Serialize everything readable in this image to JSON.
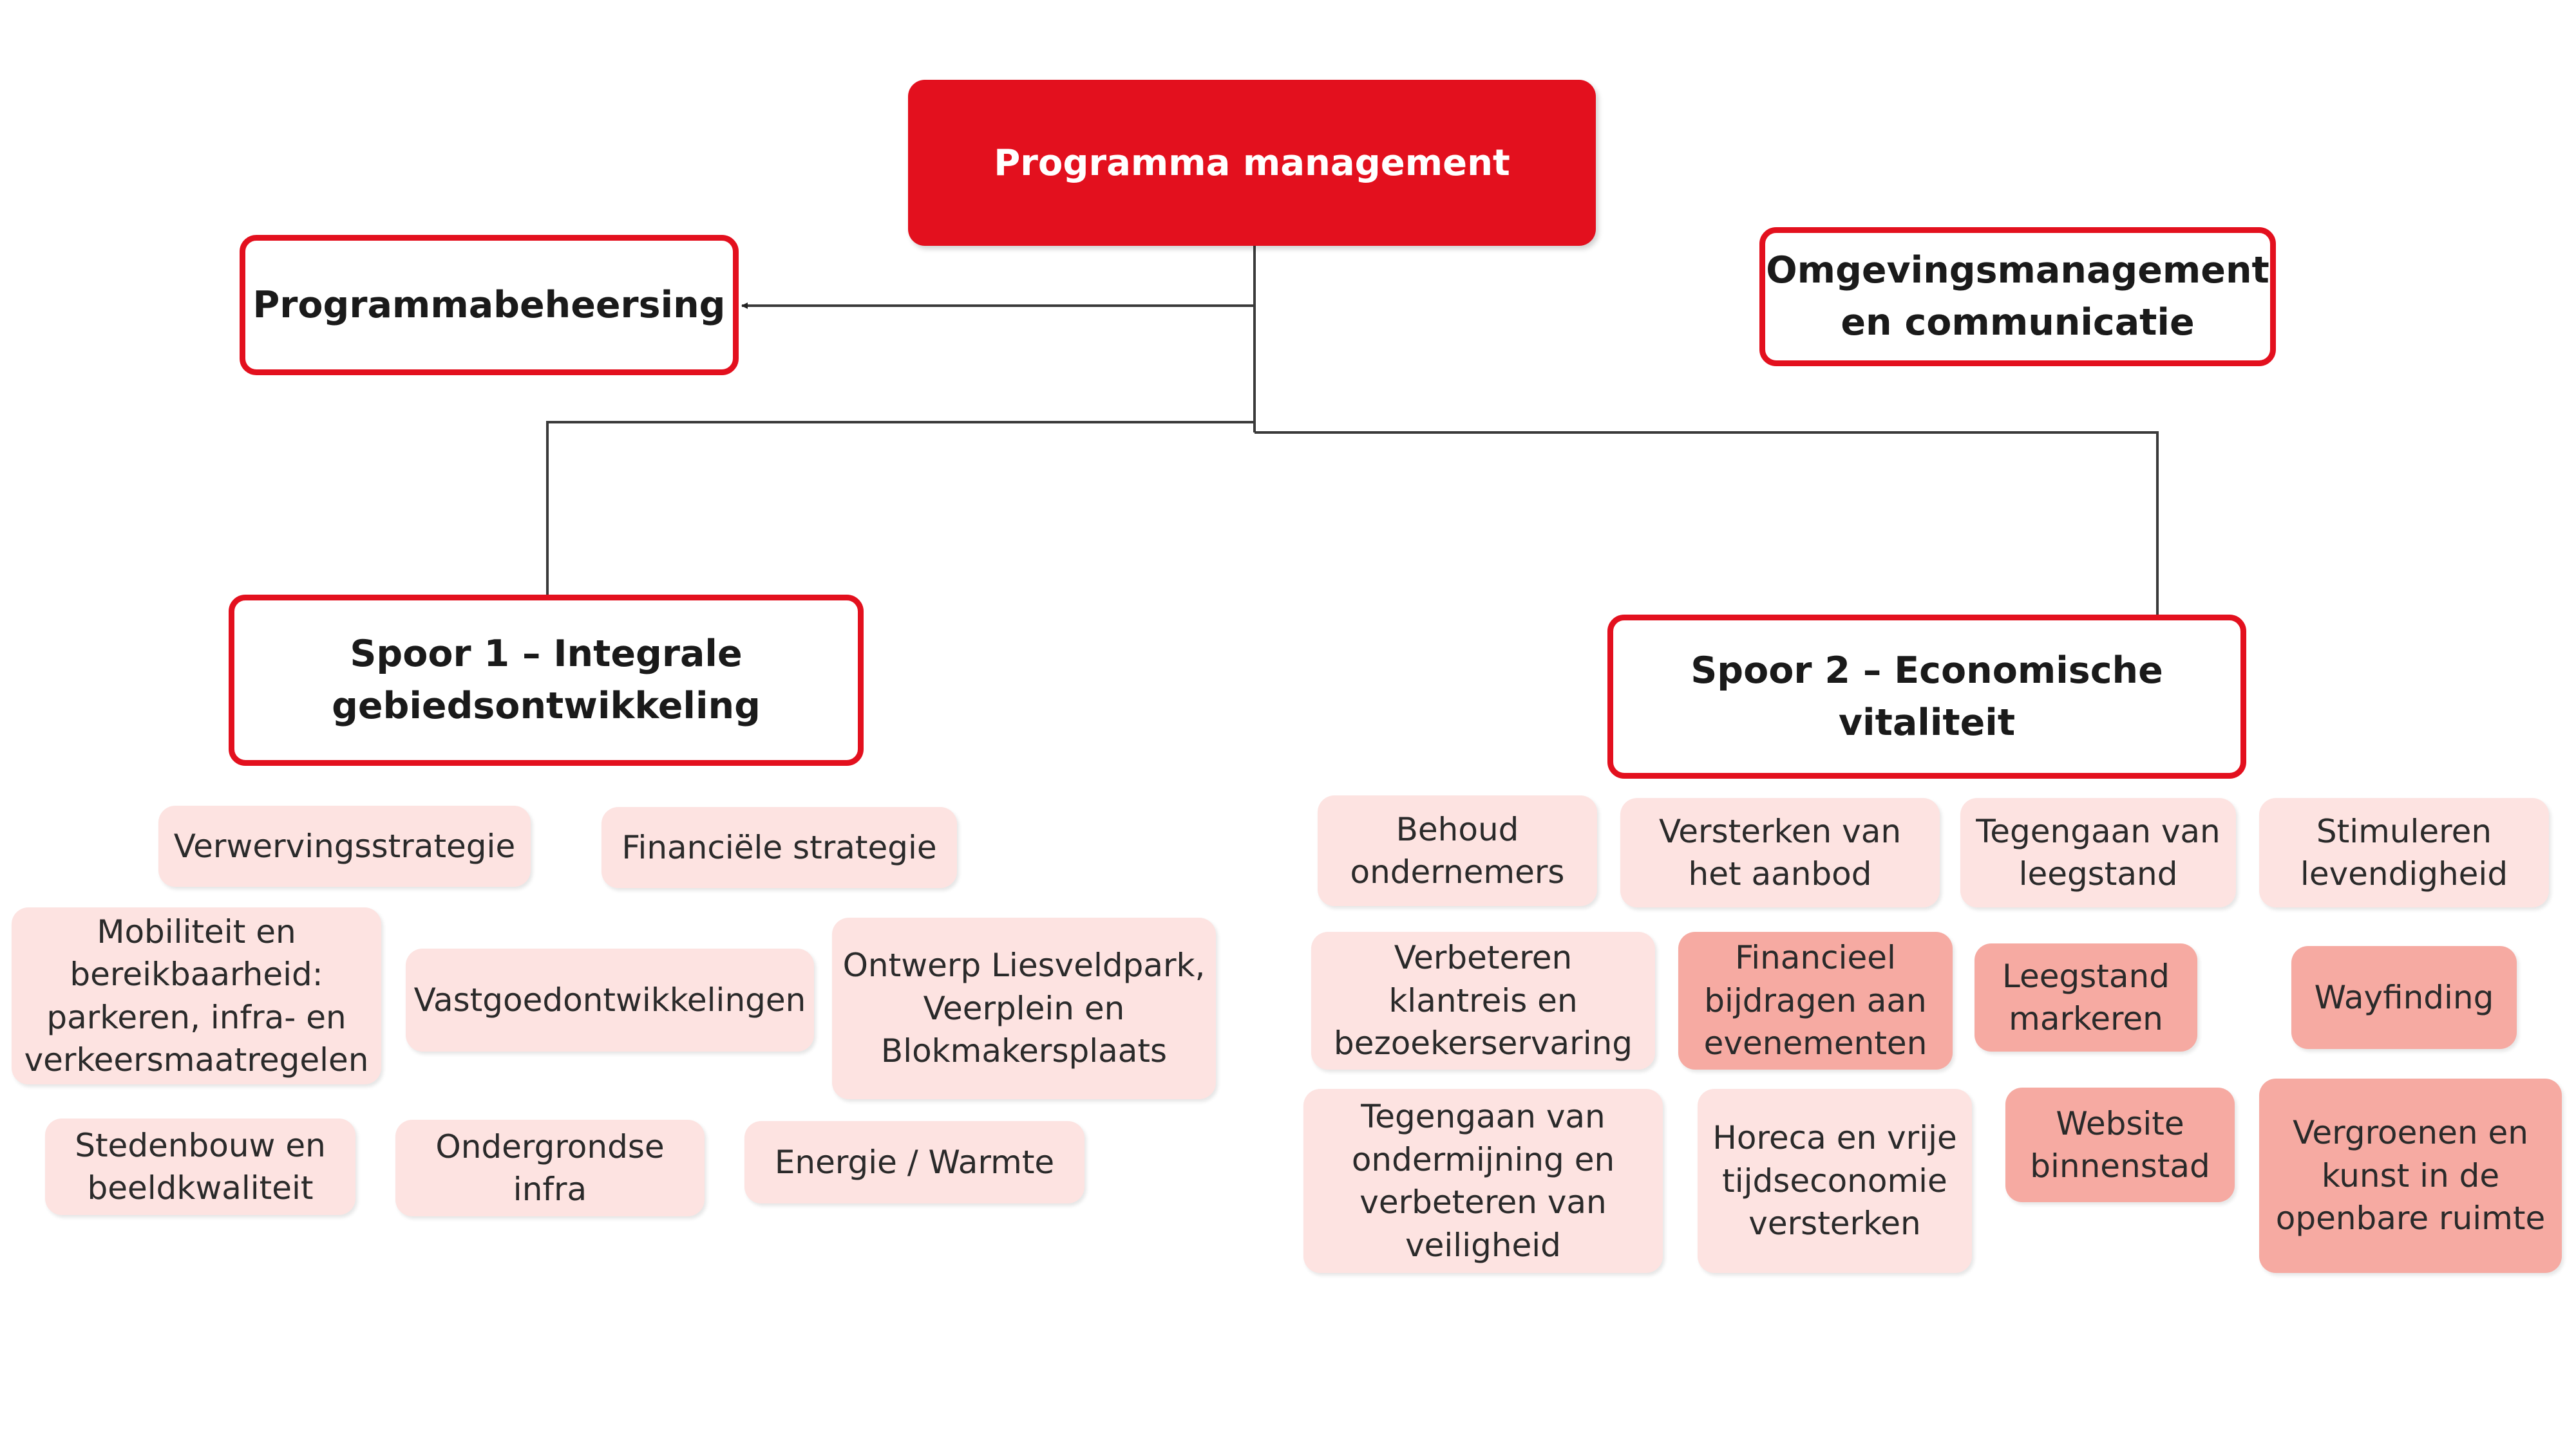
{
  "diagram": {
    "top": {
      "label": "Programma management"
    },
    "management": [
      {
        "id": "beheersing",
        "label": "Programmabeheersing"
      },
      {
        "id": "omgeving",
        "label": "Omgevingsmanagement\nen communicatie"
      }
    ],
    "tracks": [
      {
        "id": "spoor1",
        "label": "Spoor 1 – Integrale\ngebiedsontwikkeling"
      },
      {
        "id": "spoor2",
        "label": "Spoor 2 – Economische vitaliteit"
      }
    ],
    "spoor1_items": [
      {
        "label": "Verwervingsstrategie",
        "shade": "light"
      },
      {
        "label": "Financiële strategie",
        "shade": "light"
      },
      {
        "label": "Mobiliteit en\nbereikbaarheid:\nparkeren, infra- en\nverkeersmaatregelen",
        "shade": "light"
      },
      {
        "label": "Vastgoedontwikkelingen",
        "shade": "light"
      },
      {
        "label": "Ontwerp Liesveldpark,\nVeerplein en\nBlokmakersplaats",
        "shade": "light"
      },
      {
        "label": "Stedenbouw en\nbeeldkwaliteit",
        "shade": "light"
      },
      {
        "label": "Ondergrondse\ninfra",
        "shade": "light"
      },
      {
        "label": "Energie / Warmte",
        "shade": "light"
      }
    ],
    "spoor2_items": [
      {
        "label": "Behoud\nondernemers",
        "shade": "light"
      },
      {
        "label": "Versterken van\nhet aanbod",
        "shade": "light"
      },
      {
        "label": "Tegengaan van\nleegstand",
        "shade": "light"
      },
      {
        "label": "Stimuleren\nlevendigheid",
        "shade": "light"
      },
      {
        "label": "Verbeteren\nklantreis en\nbezoekerservaring",
        "shade": "light"
      },
      {
        "label": "Financieel\nbijdragen aan\nevenementen",
        "shade": "medium"
      },
      {
        "label": "Leegstand\nmarkeren",
        "shade": "medium"
      },
      {
        "label": "Wayfinding",
        "shade": "medium"
      },
      {
        "label": "Tegengaan van\nondermijning en\nverbeteren van\nveiligheid",
        "shade": "light"
      },
      {
        "label": "Horeca en vrije\ntijdseconomie\nversterken",
        "shade": "light"
      },
      {
        "label": "Website\nbinnenstad",
        "shade": "medium"
      },
      {
        "label": "Vergroenen en\nkunst in de\nopenbare ruimte",
        "shade": "medium"
      }
    ],
    "colors": {
      "accent": "#e3101e",
      "light_fill": "#fde3e1",
      "medium_fill": "#f6aaa2",
      "line": "#3a3a3a"
    }
  }
}
